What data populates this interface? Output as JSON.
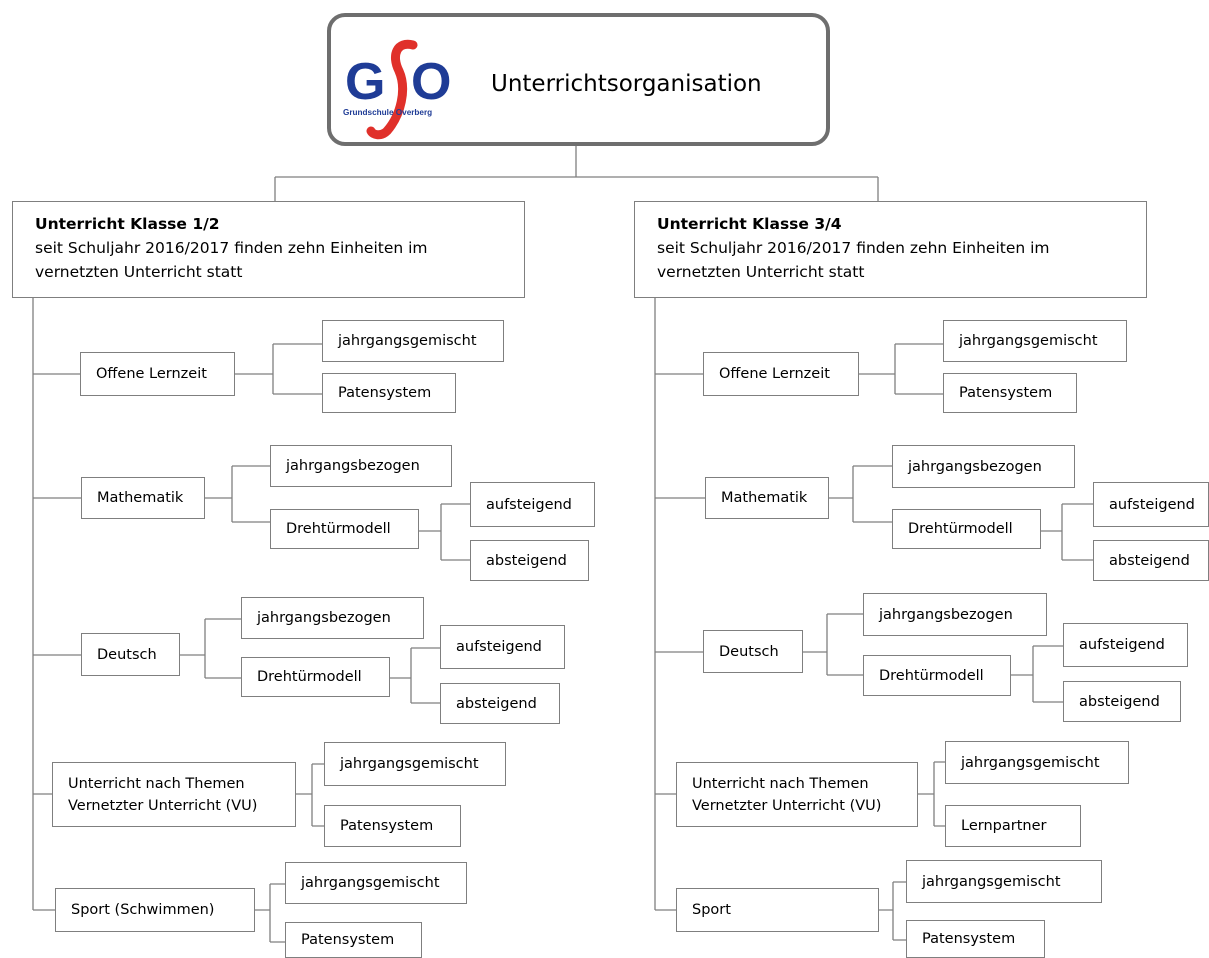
{
  "header": {
    "title": "Unterrichtsorganisation",
    "logo_letters": [
      "G",
      "O"
    ],
    "logo_caption": "Grundschule Overberg",
    "colors": {
      "logo_blue": "#1f3c96",
      "logo_red": "#e0302a"
    }
  },
  "left": {
    "heading": "Unterricht Klasse 1/2",
    "desc_line1": "seit Schuljahr 2016/2017 finden zehn Einheiten im",
    "desc_line2": "vernetzten Unterricht statt",
    "subjects": {
      "offene": "Offene Lernzeit",
      "mathe": "Mathematik",
      "deutsch": "Deutsch",
      "themen_l1": "Unterricht nach Themen",
      "themen_l2": "Vernetzter Unterricht (VU)",
      "sport": "Sport (Schwimmen)"
    },
    "leaves": {
      "offene_a": "jahrgangsgemischt",
      "offene_b": "Patensystem",
      "mathe_a": "jahrgangsbezogen",
      "mathe_b": "Drehtürmodell",
      "mathe_b1": "aufsteigend",
      "mathe_b2": "absteigend",
      "deutsch_a": "jahrgangsbezogen",
      "deutsch_b": "Drehtürmodell",
      "deutsch_b1": "aufsteigend",
      "deutsch_b2": "absteigend",
      "themen_a": "jahrgangsgemischt",
      "themen_b": "Patensystem",
      "sport_a": "jahrgangsgemischt",
      "sport_b": "Patensystem"
    }
  },
  "right": {
    "heading": "Unterricht Klasse 3/4",
    "desc_line1": "seit Schuljahr 2016/2017 finden zehn Einheiten im",
    "desc_line2": "vernetzten Unterricht statt",
    "subjects": {
      "offene": "Offene Lernzeit",
      "mathe": "Mathematik",
      "deutsch": "Deutsch",
      "themen_l1": "Unterricht nach Themen",
      "themen_l2": "Vernetzter Unterricht (VU)",
      "sport": "Sport"
    },
    "leaves": {
      "offene_a": "jahrgangsgemischt",
      "offene_b": "Patensystem",
      "mathe_a": "jahrgangsbezogen",
      "mathe_b": "Drehtürmodell",
      "mathe_b1": "aufsteigend",
      "mathe_b2": "absteigend",
      "deutsch_a": "jahrgangsbezogen",
      "deutsch_b": "Drehtürmodell",
      "deutsch_b1": "aufsteigend",
      "deutsch_b2": "absteigend",
      "themen_a": "jahrgangsgemischt",
      "themen_b": "Lernpartner",
      "sport_a": "jahrgangsgemischt",
      "sport_b": "Patensystem"
    }
  }
}
